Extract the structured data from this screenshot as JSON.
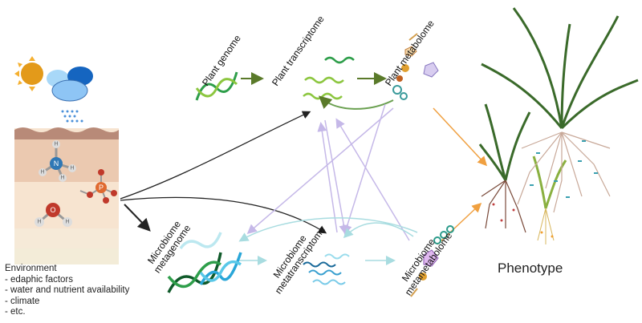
{
  "labels": {
    "plant_genome": "Plant genome",
    "plant_transcriptome": "Plant transcriptome",
    "plant_metabolome": "Plant metabolome",
    "microbiome_metagenome": [
      "Microbiome",
      "metagenome"
    ],
    "microbiome_metatranscriptome": [
      "Microbiome",
      "metatranscriptome"
    ],
    "microbiome_metametabolome": [
      "Microbiome",
      "metametabolome"
    ],
    "phenotype": "Phenotype"
  },
  "environment": {
    "title": "Environment",
    "items": [
      "- edaphic factors",
      "- water and nutrient availability",
      "- climate",
      "- etc."
    ]
  },
  "atoms": {
    "n": "N",
    "h": "H",
    "o": "O",
    "p": "P"
  },
  "colors": {
    "plant_arrow": "#5a7a2a",
    "orange_arrow": "#f0a040",
    "purple_arrow": "#c5b8e8",
    "teal_arrow": "#a8dce0",
    "black_arrow": "#222222"
  }
}
